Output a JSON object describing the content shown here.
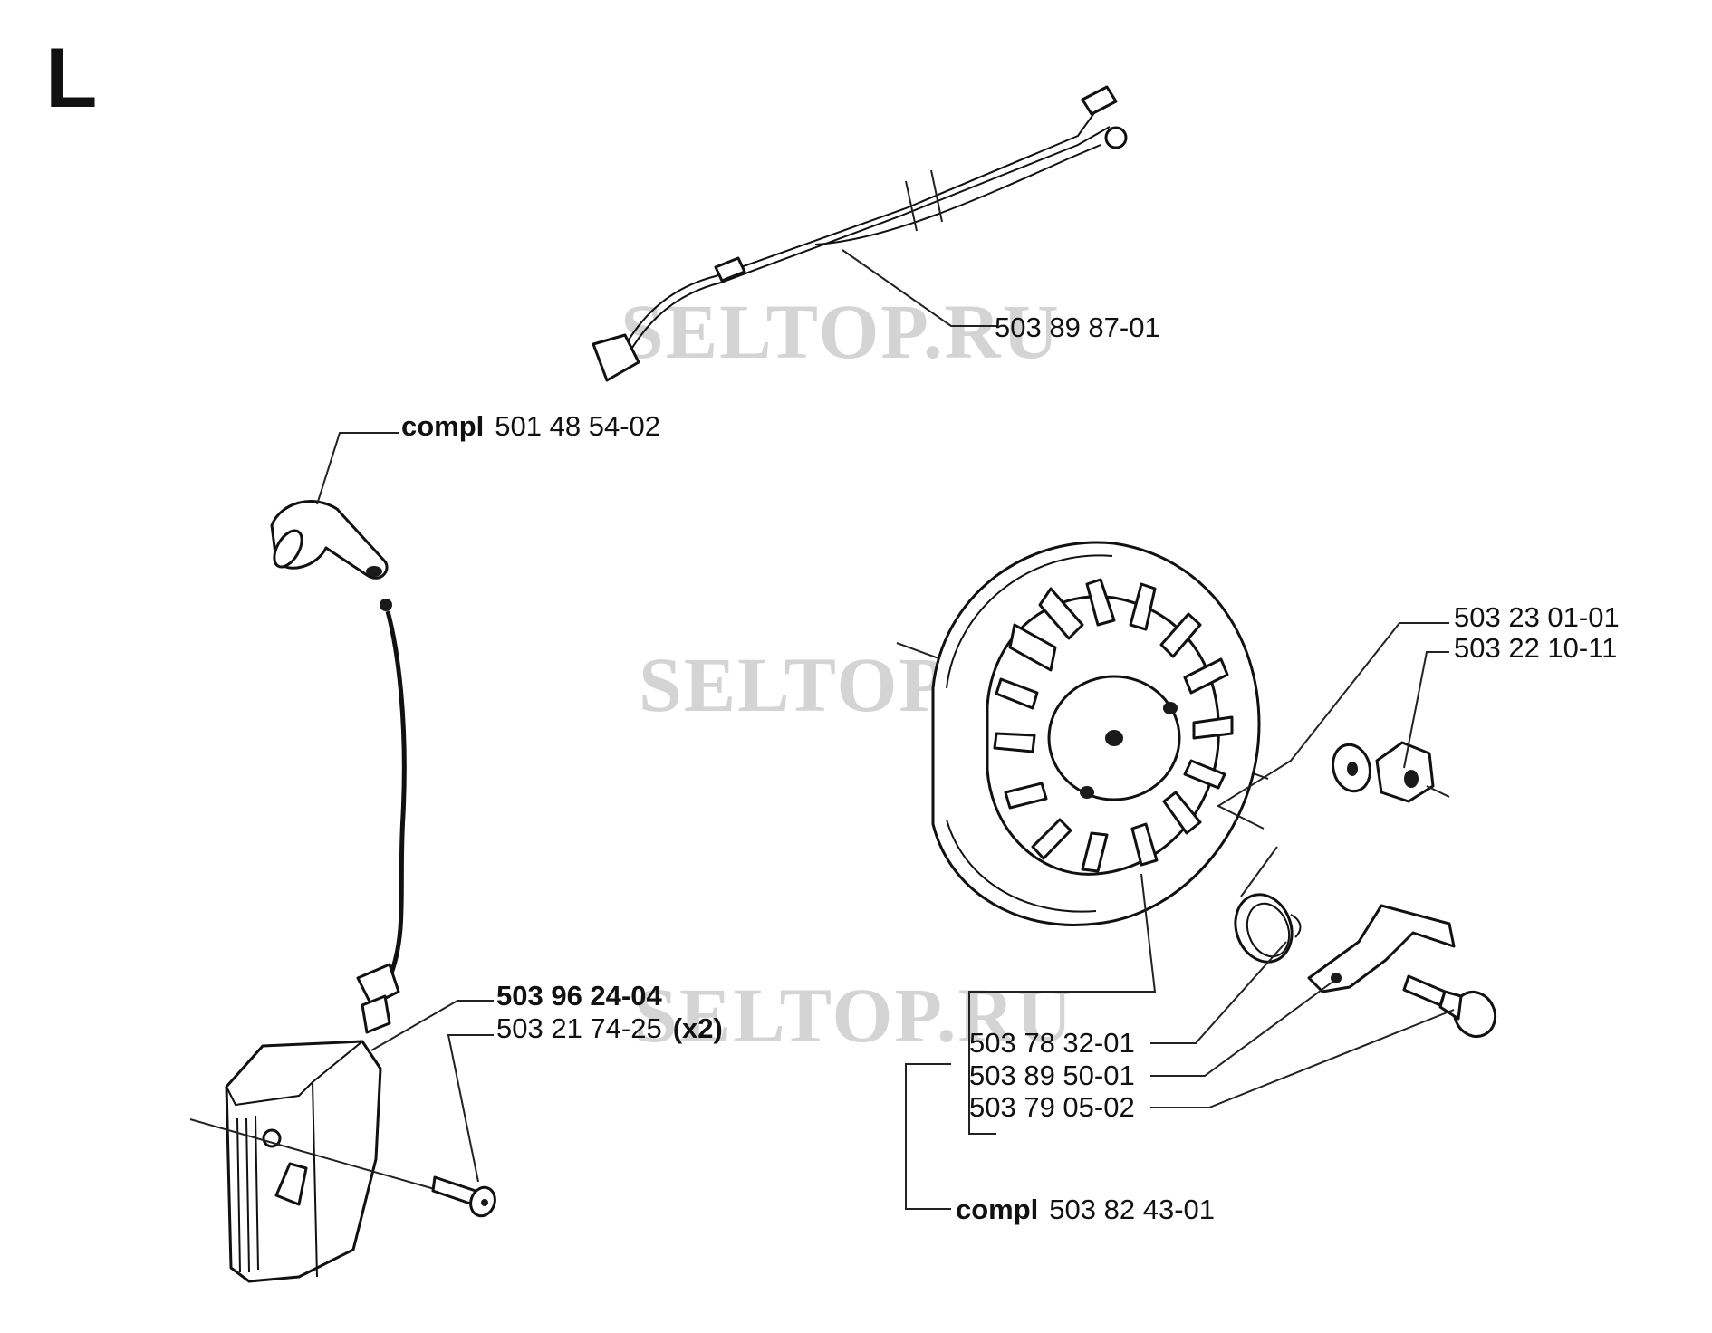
{
  "section_letter": "L",
  "watermark": "SELTOP.RU",
  "parts": [
    {
      "id": "wire_harness",
      "number": "503 89 87-01",
      "prefix": "",
      "suffix": "",
      "bold": false
    },
    {
      "id": "plug_cap",
      "number": "501 48 54-02",
      "prefix": "compl",
      "suffix": "",
      "bold": false
    },
    {
      "id": "ignition_module",
      "number": "503 96 24-04",
      "prefix": "",
      "suffix": "",
      "bold": true
    },
    {
      "id": "module_screw",
      "number": "503 21 74-25",
      "prefix": "",
      "suffix": "(x2)",
      "bold": false
    },
    {
      "id": "washer",
      "number": "503 23 01-01",
      "prefix": "",
      "suffix": "",
      "bold": false
    },
    {
      "id": "nut",
      "number": "503 22 10-11",
      "prefix": "",
      "suffix": "",
      "bold": false
    },
    {
      "id": "flywheel",
      "number": "503 78 32-01",
      "prefix": "",
      "suffix": "",
      "bold": false
    },
    {
      "id": "pawl",
      "number": "503 89 50-01",
      "prefix": "",
      "suffix": "",
      "bold": false
    },
    {
      "id": "pawl_pin",
      "number": "503 79 05-02",
      "prefix": "",
      "suffix": "",
      "bold": false
    },
    {
      "id": "flywheel_assembly",
      "number": "503 82 43-01",
      "prefix": "compl",
      "suffix": "",
      "bold": false
    }
  ]
}
